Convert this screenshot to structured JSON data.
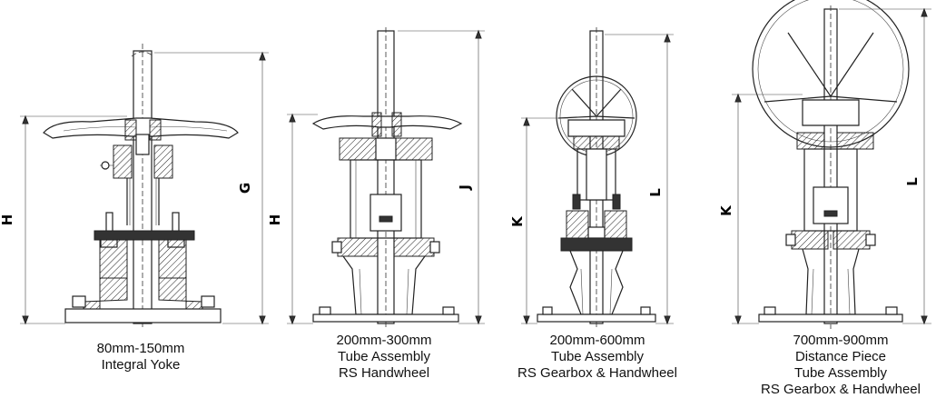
{
  "figures": [
    {
      "caption": [
        "80mm-150mm",
        "Integral Yoke"
      ],
      "dimensions": [
        "H",
        "G"
      ]
    },
    {
      "caption": [
        "200mm-300mm",
        "Tube Assembly",
        "RS Handwheel"
      ],
      "dimensions": [
        "H",
        "J"
      ]
    },
    {
      "caption": [
        "200mm-600mm",
        "Tube Assembly",
        "RS Gearbox & Handwheel"
      ],
      "dimensions": [
        "K",
        "L"
      ]
    },
    {
      "caption": [
        "700mm-900mm",
        "Distance Piece",
        "Tube Assembly",
        "RS Gearbox & Handwheel"
      ],
      "dimensions": [
        "K",
        "L"
      ]
    }
  ]
}
